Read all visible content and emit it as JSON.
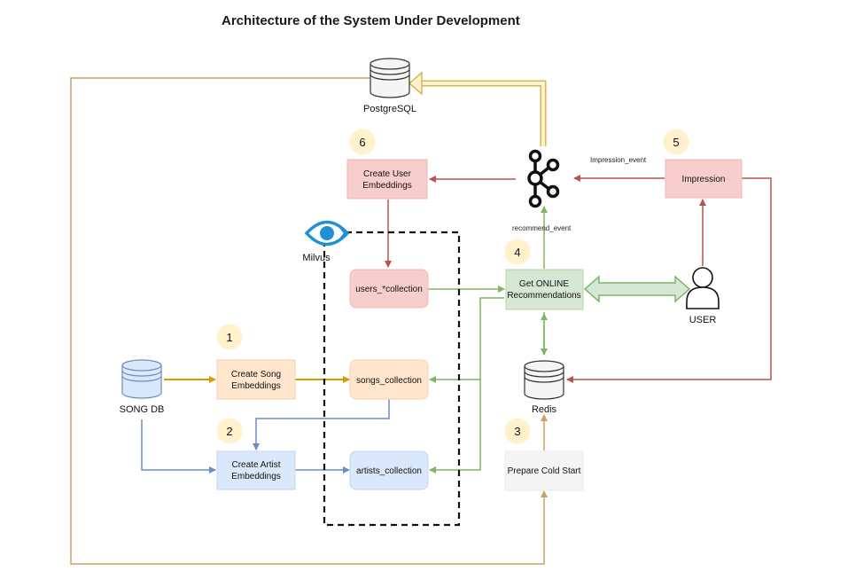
{
  "title": "Architecture of the System Under Development",
  "colors": {
    "orange": "#d79b00",
    "orange_fill": "#ffe6cc",
    "blue": "#6c8ebf",
    "blue_fill": "#dae8fc",
    "red": "#b85450",
    "red_fill": "#f8cecc",
    "green": "#82b366",
    "green_fill": "#d5e8d4",
    "yellow": "#d6b656",
    "yellow_fill": "#fff2cc",
    "gray_fill": "#f5f5f5",
    "tan": "#c8a264"
  },
  "steps": {
    "s1": "1",
    "s2": "2",
    "s3": "3",
    "s4": "4",
    "s5": "5",
    "s6": "6"
  },
  "nodes": {
    "postgres": "PostgreSQL",
    "song_db": "SONG DB",
    "redis": "Redis",
    "milvus": "Milvus",
    "user": "USER",
    "create_user_emb": [
      "Create User",
      "Embeddings"
    ],
    "create_song_emb": [
      "Create Song",
      "Embeddings"
    ],
    "create_artist_emb": [
      "Create Artist",
      "Embeddings"
    ],
    "users_collection": "users_*collection",
    "songs_collection": "songs_collection",
    "artists_collection": "artists_collection",
    "get_online": [
      "Get ONLINE",
      "Recommendations"
    ],
    "impression": "Impression",
    "prepare_cold": "Prepare Cold Start"
  },
  "edge_labels": {
    "impression_event": "Impression_event",
    "recommend_event": "recommend_event"
  },
  "icons": {
    "kafka": "kafka-icon",
    "milvus": "milvus-eye-icon",
    "user": "user-icon",
    "database": "database-cylinder-icon"
  }
}
